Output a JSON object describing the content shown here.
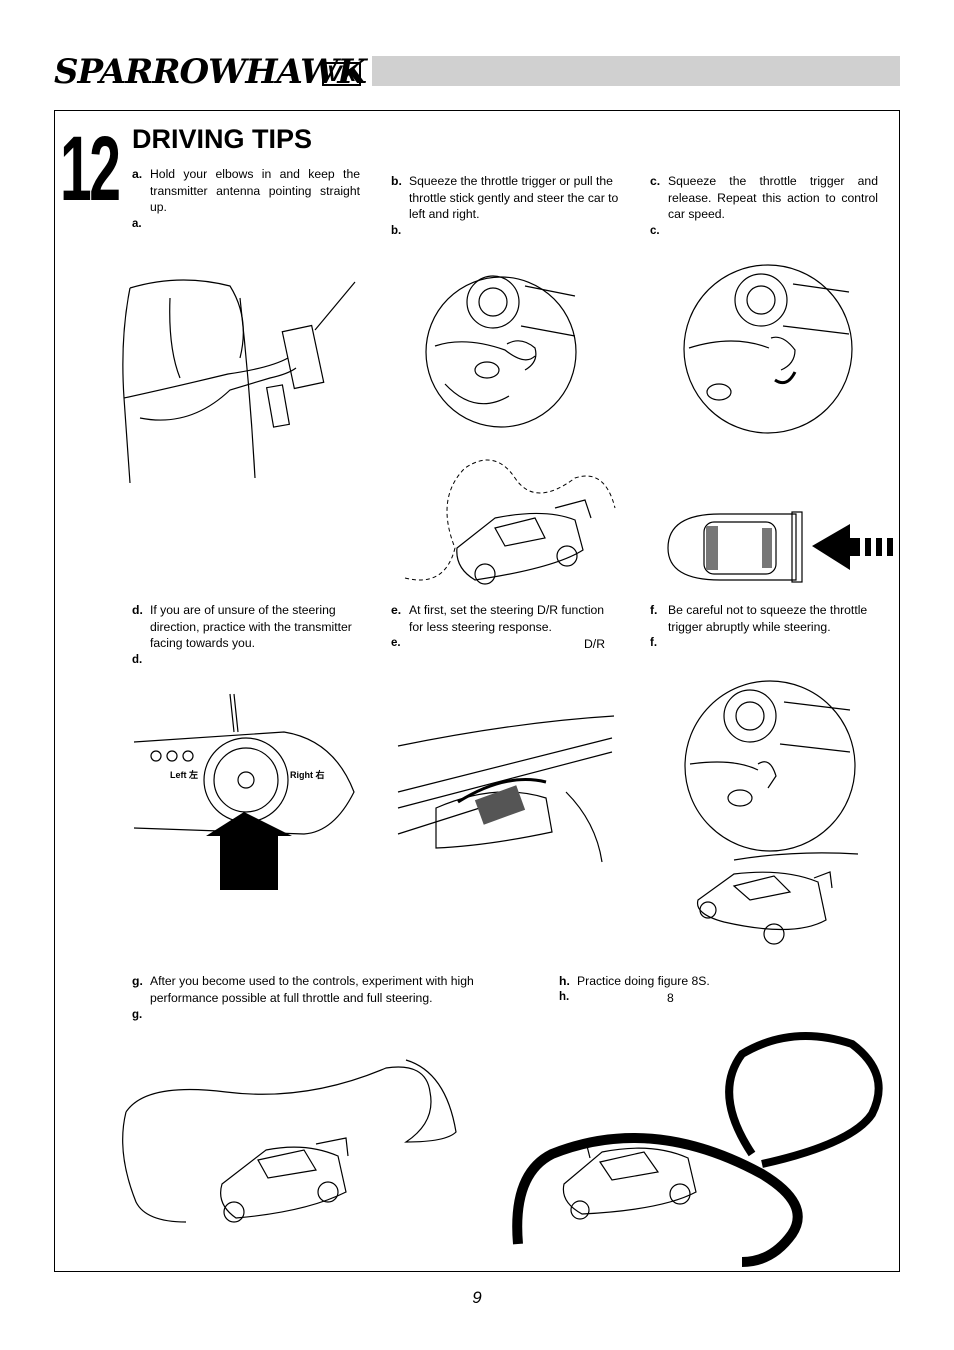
{
  "header": {
    "logo_text": "SPARROWHAWK",
    "logo_suffix": "VX"
  },
  "section": {
    "number": "12",
    "title": "DRIVING TIPS"
  },
  "tips": [
    {
      "label": "a.",
      "text": "Hold your elbows in and keep the transmitter antenna pointing straight up.",
      "sub": "a."
    },
    {
      "label": "b.",
      "text": "Squeeze the throttle trigger or pull the throttle stick gently and steer the car to left and right.",
      "sub": "b."
    },
    {
      "label": "c.",
      "text": "Squeeze the throttle trigger and release. Repeat this action to control car speed.",
      "sub": "c."
    },
    {
      "label": "d.",
      "text": "If you are of unsure of the steering direction, practice with the transmitter facing towards you.",
      "sub": "d."
    },
    {
      "label": "e.",
      "text": "At first, set the steering D/R function for less steering response.",
      "sub": "e.",
      "sub_extra": "D/R"
    },
    {
      "label": "f.",
      "text": "Be careful not to squeeze the throttle trigger abruptly while steering.",
      "sub": "f."
    },
    {
      "label": "g.",
      "text": "After you become used to the controls, experiment with high performance possible at full throttle and full steering.",
      "sub": "g."
    },
    {
      "label": "h.",
      "text": "Practice doing figure 8S.",
      "sub": "h.",
      "sub_extra": "8"
    }
  ],
  "transmitter": {
    "left_label": "Left 左",
    "right_label": "Right 右"
  },
  "page_number": "9",
  "colors": {
    "header_bar": "#d0d0d0",
    "ink": "#000000"
  }
}
